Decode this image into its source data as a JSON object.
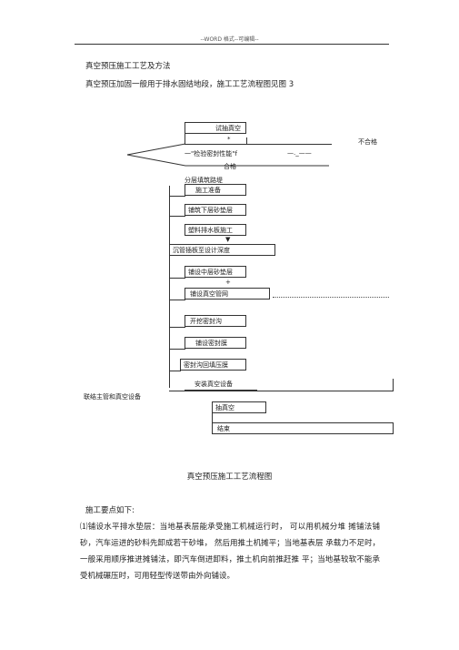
{
  "header": {
    "text": "--WORD 格式--可编辑--"
  },
  "section": {
    "title": "真空预压施工工艺及方法",
    "intro": "真空预压加固一般用于排水固结地段，施工工艺流程图见图 3"
  },
  "flowchart": {
    "trial_vacuum": "试抽真空",
    "star_mark": "*",
    "check_seal": "一\"检验密封性能\"f",
    "check_dashes": "—._——",
    "fail_label": "不合格",
    "pass_label": "合格",
    "layered_fill": "分层填筑路堤",
    "steps": [
      "施工准备",
      "铺筑下层砂垫层",
      "塑料排水板施工",
      "沉管插板至设计深度",
      "铺设中层砂垫层",
      "铺设真空管网",
      "开挖密封沟",
      "铺设密封膜",
      "密封沟回填压膜",
      "安装真空设备",
      "抽真空",
      "结束"
    ],
    "arrow_mark": "▼",
    "plus_mark": "+",
    "side_label": "联结主管和真空设备",
    "caption": "真空预压施工工艺流程图"
  },
  "body": {
    "points_title": "施工要点如下:",
    "paragraph": "⑴铺设水平排水垫层：当地基表层能承受施工机械运行时，  可以用机械分堆 摊铺法铺砂，汽车运进的砂料先卸成若干砂堆，  然后用推土机摊平；当地基表层 承载力不足时，一般采用顺序推进摊铺法，即汽车倒进卸料，推土机向前推赶推 平；当地基较软不能承受机械碾压时，可用轻型传送带由外向铺设。"
  }
}
